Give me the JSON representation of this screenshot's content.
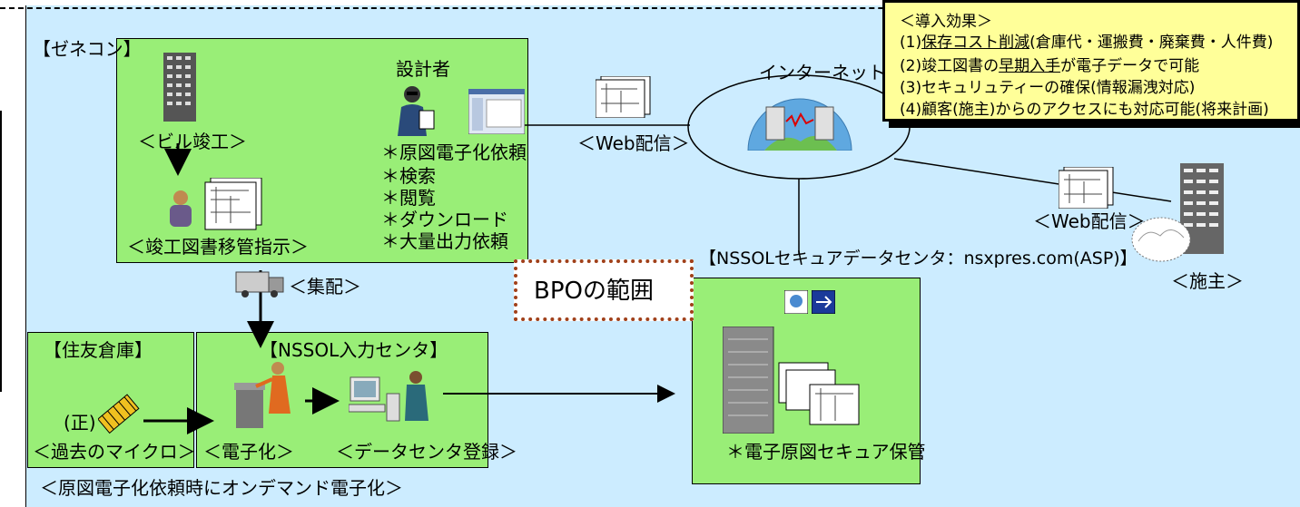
{
  "labels": {
    "general_contractor": "【ゼネコン】",
    "building_completion": "＜ビル竣工＞",
    "designer": "設計者",
    "instructions": "＜竣工図書移管指示＞",
    "tasks": [
      "＊原図電子化依頼",
      "＊検索",
      "＊閲覧",
      "＊ダウンロード",
      "＊大量出力依頼"
    ],
    "collection": "＜集配＞",
    "bpo": "BPOの範囲",
    "internet": "インターネット",
    "web_delivery_left": "＜Web配信＞",
    "web_delivery_right": "＜Web配信＞",
    "datacenter": "【NSSOLセキュアデータセンタ：nsxpres.com(ASP)】",
    "owner": "＜施主＞",
    "sumitomo": "【住友倉庫】",
    "seal": "(正)",
    "past_micro": "＜過去のマイクロ＞",
    "input_center": "【NSSOL入力センタ】",
    "digitize": "＜電子化＞",
    "dc_register": "＜データセンタ登録＞",
    "secure_storage": "＊電子原図セキュア保管",
    "on_demand": "＜原図電子化依頼時にオンデマンド電子化＞"
  },
  "effects": {
    "title": "＜導入効果＞",
    "items": [
      {
        "num": "(1)",
        "emph": "保存コスト削減",
        "rest": "(倉庫代・運搬費・廃棄費・人件費)"
      },
      {
        "num": "(2)",
        "pre": "竣工図書の",
        "emph": "早期入手",
        "rest": "が電子データで可能"
      },
      {
        "num": "(3)",
        "rest": "セキュリュティーの確保(情報漏洩対応)"
      },
      {
        "num": "(4)",
        "rest": "顧客(施主)からのアクセスにも対応可能(将来計画)"
      }
    ]
  }
}
